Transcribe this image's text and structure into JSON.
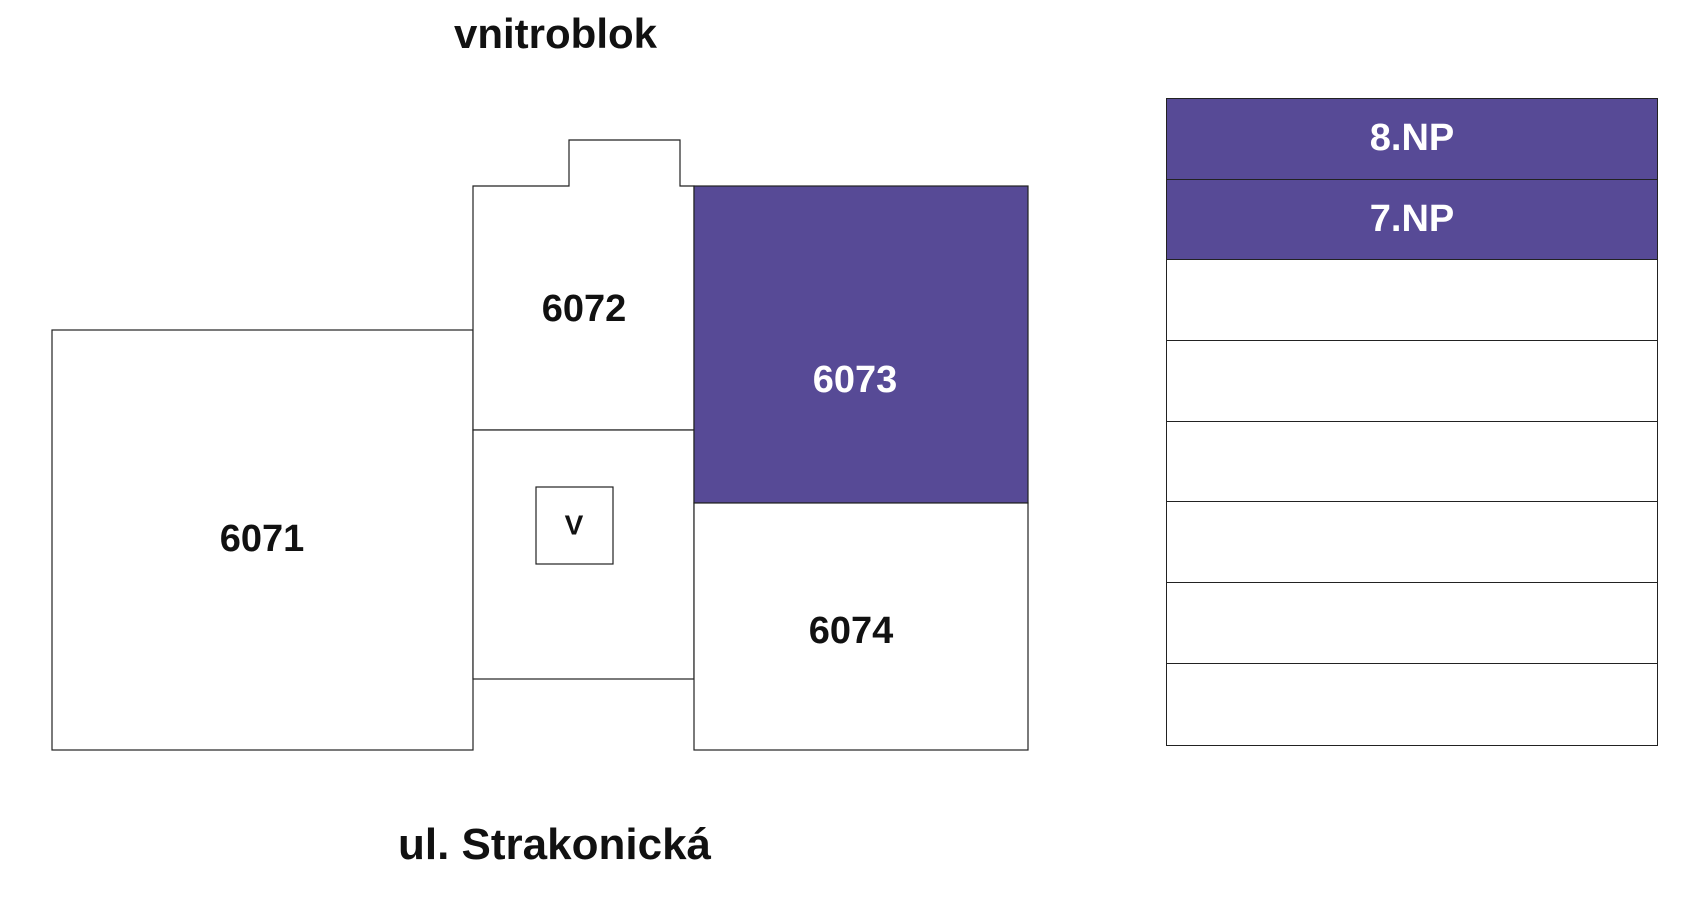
{
  "labels": {
    "courtyard": "vnitroblok",
    "street": "ul. Strakonická"
  },
  "units": [
    {
      "id": "6071",
      "label": "6071",
      "active": false
    },
    {
      "id": "6072",
      "label": "6072",
      "active": false
    },
    {
      "id": "6073",
      "label": "6073",
      "active": true
    },
    {
      "id": "6074",
      "label": "6074",
      "active": false
    }
  ],
  "core": {
    "label": "V"
  },
  "floors": [
    {
      "label": "8.NP",
      "active": true
    },
    {
      "label": "7.NP",
      "active": true
    },
    {
      "label": "",
      "active": false
    },
    {
      "label": "",
      "active": false
    },
    {
      "label": "",
      "active": false
    },
    {
      "label": "",
      "active": false
    },
    {
      "label": "",
      "active": false
    },
    {
      "label": "",
      "active": false
    }
  ],
  "colors": {
    "accent": "#574a96",
    "outline": "#222222",
    "background": "#ffffff"
  }
}
